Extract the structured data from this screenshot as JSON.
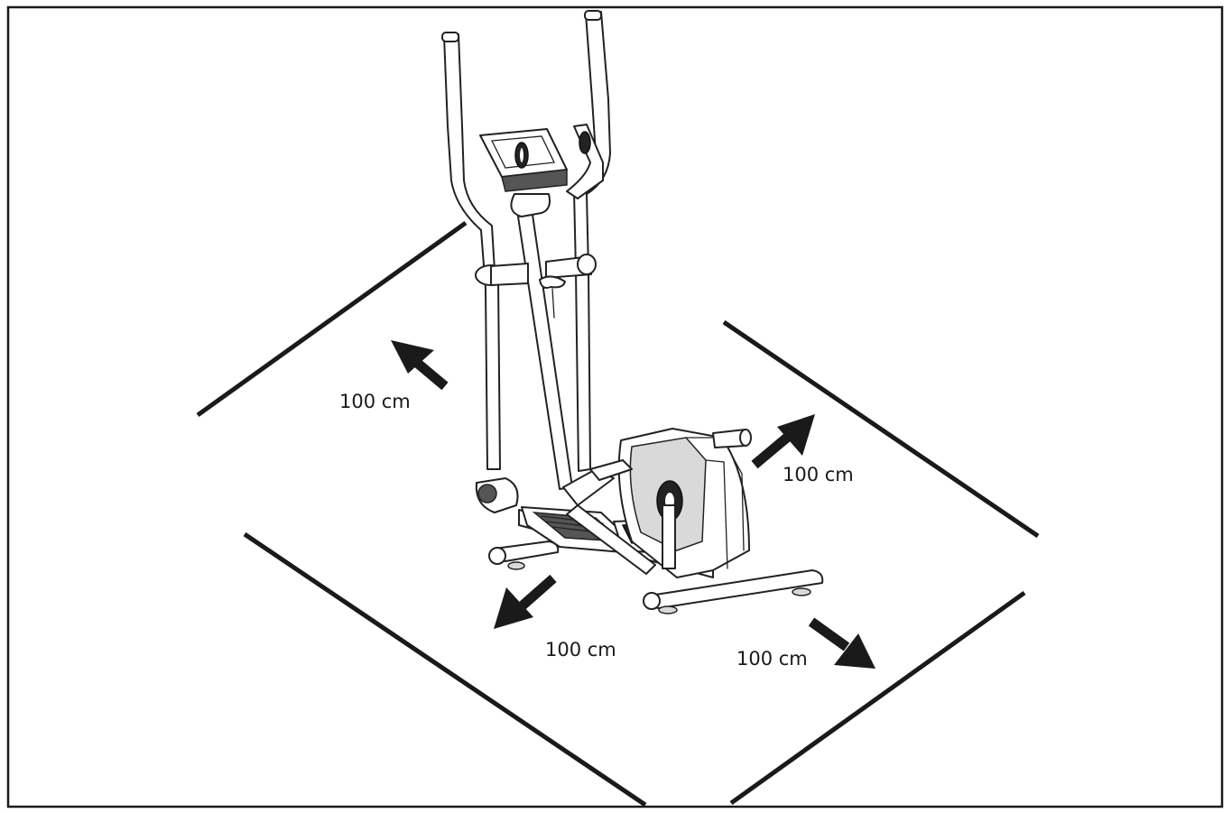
{
  "labels": {
    "back_left": "100 cm",
    "back_right": "100 cm",
    "front_left": "100 cm",
    "front_right": "100 cm"
  },
  "colors": {
    "ink": "#1a1a1a",
    "background": "#ffffff"
  },
  "icons": {
    "machine": "elliptical-cross-trainer-icon",
    "arrow": "arrow-icon"
  }
}
